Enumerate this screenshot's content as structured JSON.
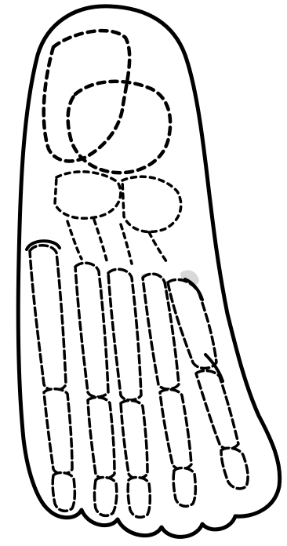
{
  "figure": {
    "subject": "foot-skeleton-outline",
    "style": "black ink line drawing, solid outer contour with dashed bone outlines",
    "colors": {
      "ink": "#000000",
      "paper": "#ffffff",
      "shade": "#d8d8d8"
    },
    "parts": [
      "heel",
      "tarsal-region",
      "metatarsals",
      "phalanges",
      "toes"
    ],
    "toe_count": 5
  }
}
